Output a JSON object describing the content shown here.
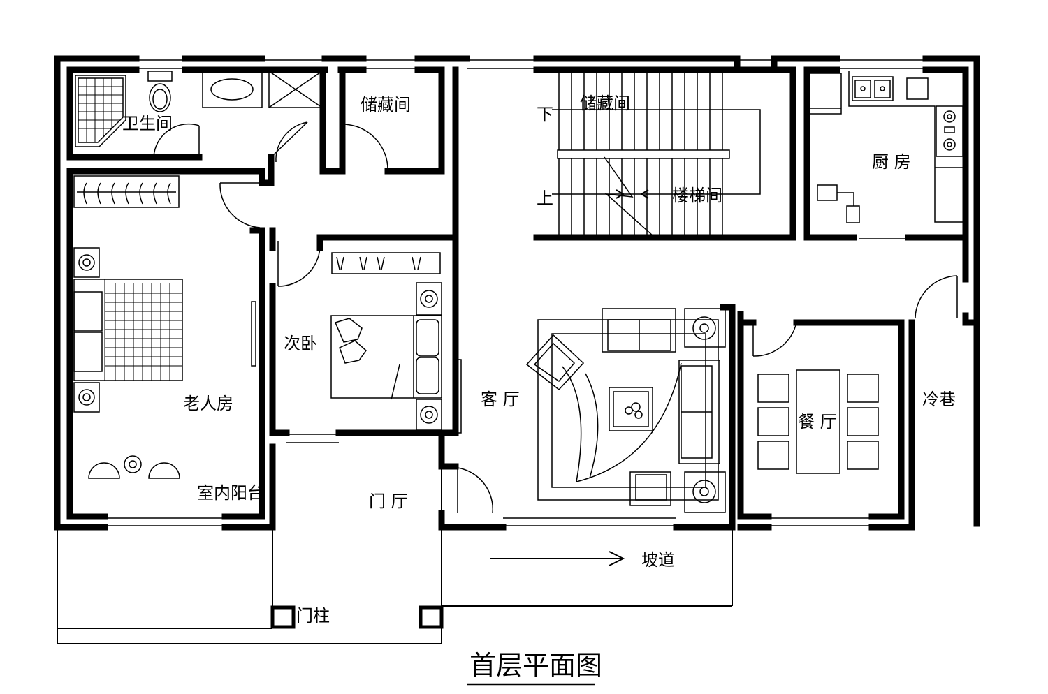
{
  "title": "首层平面图",
  "rooms": {
    "bathroom": "卫生间",
    "storage_1": "储藏间",
    "storage_2": "储藏间",
    "stairwell": "楼梯间",
    "kitchen": "厨 房",
    "elder_room": "老人房",
    "second_bedroom": "次卧",
    "living_room": "客 厅",
    "dining_room": "餐 厅",
    "cold_alley": "冷巷",
    "indoor_balcony": "室内阳台",
    "foyer": "门 厅"
  },
  "labels": {
    "stair_down": "下",
    "stair_up": "上",
    "ramp": "坡道",
    "pillar": "门柱"
  }
}
